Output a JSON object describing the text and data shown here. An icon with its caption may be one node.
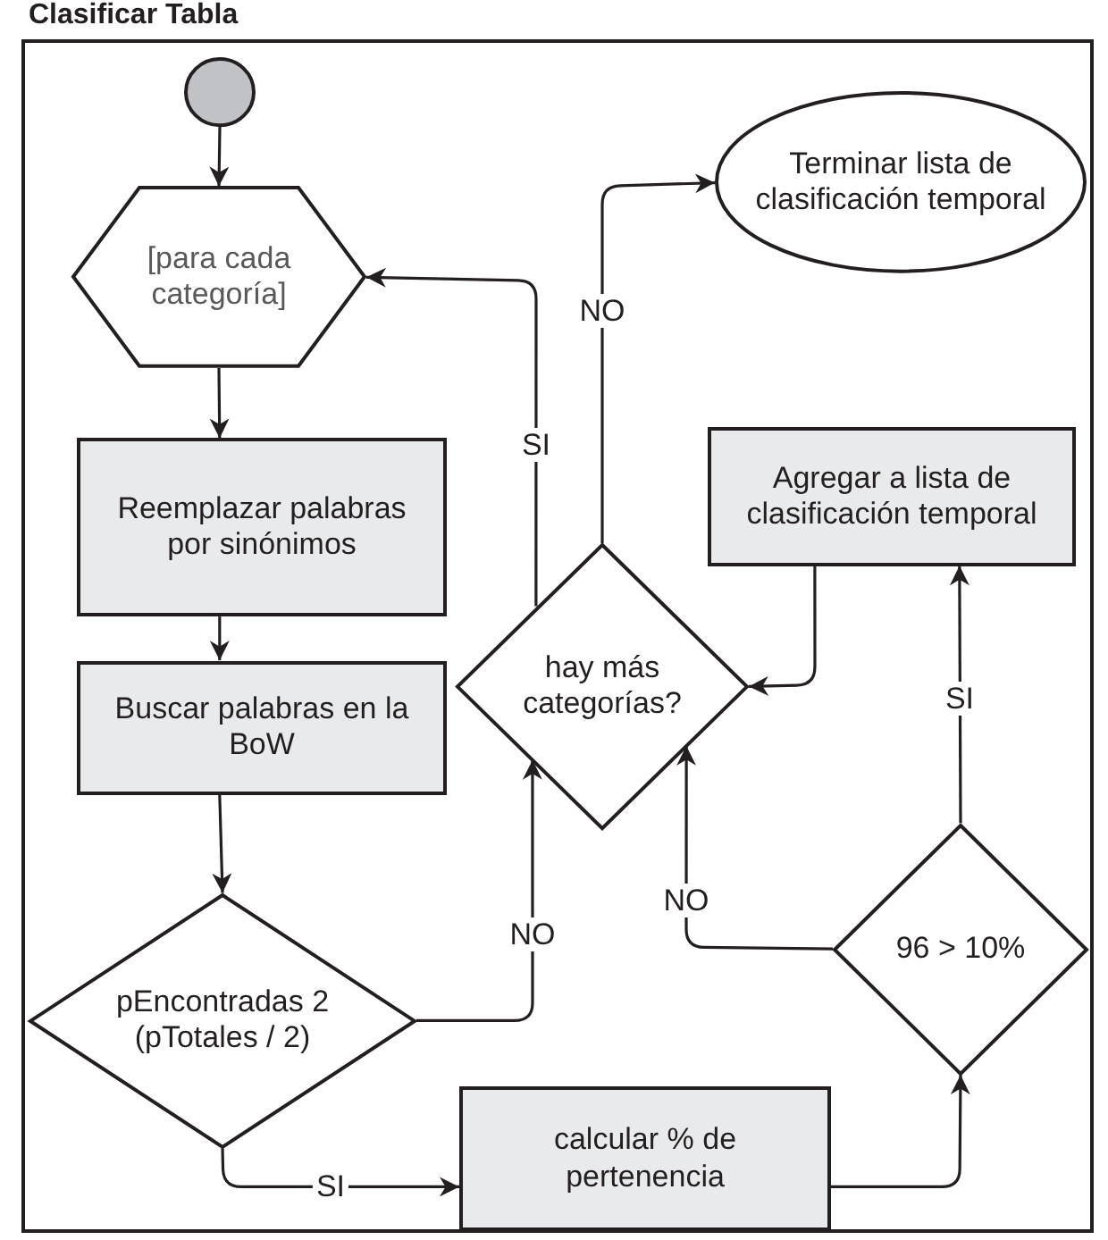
{
  "diagram": {
    "title": "Clasificar Tabla",
    "nodes": [
      {
        "text": [],
        "shape": "circle"
      },
      {
        "text": [
          "[para cada categoría]"
        ]
      },
      {
        "text": [
          "Reemplazar palabras por sinónimos"
        ]
      },
      {
        "text": [
          "Buscar palabras en la BoW"
        ]
      },
      {
        "text": [
          "pEncontradas 2 (pTotales / 2)"
        ]
      },
      {
        "text": [
          "calcular % de pertenencia"
        ]
      },
      {
        "text": [
          "96 > 10%"
        ]
      },
      {
        "text": [
          "Agregar a lista de clasificación temporal"
        ]
      },
      {
        "text": [
          "hay más categorías?"
        ]
      },
      {
        "text": [
          "Terminar lista de clasificación temporal"
        ]
      }
    ],
    "edges": [
      {
        "from": 0,
        "to": 1,
        "arrow": "to"
      },
      {
        "from": 1,
        "to": 2,
        "arrow": "to"
      },
      {
        "from": 2,
        "to": 3,
        "arrow": "to"
      },
      {
        "from": 3,
        "to": 4,
        "arrow": "to"
      },
      {
        "from": 4,
        "to": 8,
        "arrow": "to",
        "label": "NO"
      },
      {
        "from": 4,
        "to": 5,
        "arrow": "to",
        "label": "SI"
      },
      {
        "from": 5,
        "to": 6,
        "arrow": "to"
      },
      {
        "from": 6,
        "to": 7,
        "arrow": "to",
        "label": "SI"
      },
      {
        "from": 6,
        "to": 8,
        "arrow": "to",
        "label": "NO"
      },
      {
        "from": 7,
        "to": 8,
        "arrow": "to"
      },
      {
        "from": 8,
        "to": 1,
        "arrow": "to",
        "label": "SI"
      },
      {
        "from": 8,
        "to": 9,
        "arrow": "to",
        "label": "NO"
      }
    ]
  }
}
